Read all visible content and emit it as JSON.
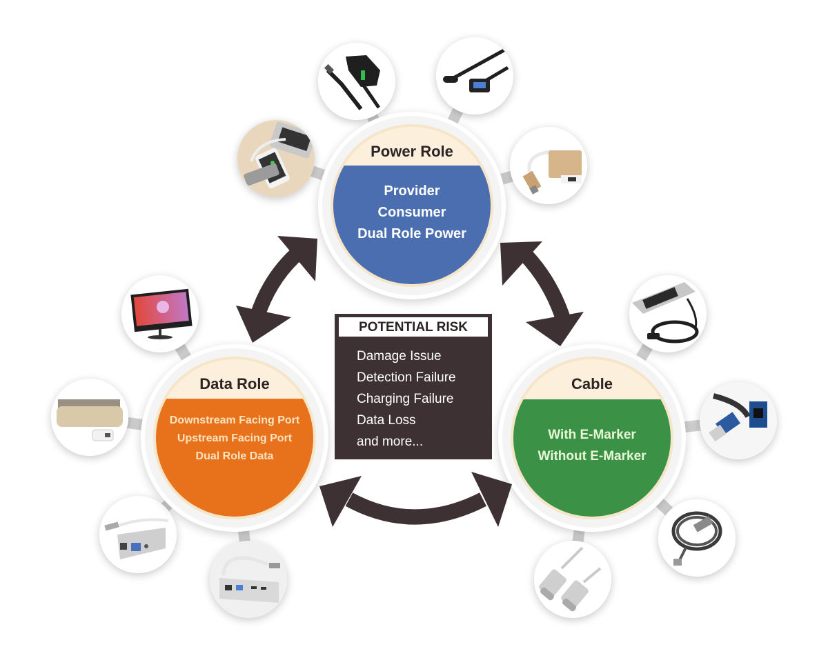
{
  "diagram": {
    "hubs": {
      "power": {
        "title": "Power Role",
        "items": [
          "Provider",
          "Consumer",
          "Dual Role Power"
        ],
        "color": "#4a6eb0",
        "satellites": [
          "usb-c-hub-charging-phone-icon",
          "car-charger-icon",
          "usb-c-otg-cable-icon",
          "usb-c-to-display-adapter-icon"
        ]
      },
      "data": {
        "title": "Data Role",
        "items": [
          "Downstream Facing Port",
          "Upstream Facing Port",
          "Dual Role Data"
        ],
        "color": "#e8721c",
        "satellites": [
          "monitor-icon",
          "docking-station-icon",
          "usb-c-multiport-adapter-icon",
          "usb-c-hub-icon"
        ]
      },
      "cable": {
        "title": "Cable",
        "items": [
          "With E-Marker",
          "Without E-Marker"
        ],
        "color": "#3b9146",
        "satellites": [
          "laptop-usb-cable-icon",
          "e-marker-pcb-icon",
          "braided-usb-cable-icon",
          "usb-c-to-c-cable-icon"
        ]
      }
    },
    "risk": {
      "title": "POTENTIAL RISK",
      "items": [
        "Damage Issue",
        "Detection Failure",
        "Charging Failure",
        "Data Loss",
        "and more..."
      ]
    },
    "colors": {
      "header_band": "#fcf0dc",
      "arrow": "#3d3133",
      "title_text": "#2c2424",
      "data_item_text": "#fbe3bf",
      "power_item_text": "#ffffff",
      "cable_item_text": "#eaf7d6"
    }
  }
}
